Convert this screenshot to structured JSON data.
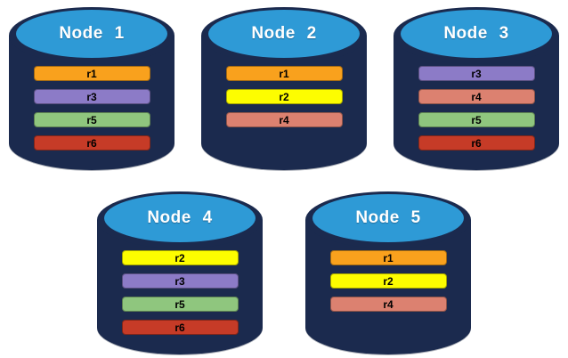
{
  "diagram": {
    "kind": "database-replica-distribution"
  },
  "colors": {
    "cylinder_body": "#1b2a4e",
    "cylinder_top": "#2e9ad6",
    "bar_text": "#000000",
    "node_label_text": "#ffffff",
    "replica_colors": {
      "r1": "#f9a11d",
      "r2": "#fdfd00",
      "r3": "#8c7bc7",
      "r4": "#dc8170",
      "r5": "#8fc67e",
      "r6": "#c63b27"
    }
  },
  "nodes": [
    {
      "label": "Node 1",
      "replicas": [
        "r1",
        "r3",
        "r5",
        "r6"
      ]
    },
    {
      "label": "Node 2",
      "replicas": [
        "r1",
        "r2",
        "r4"
      ]
    },
    {
      "label": "Node 3",
      "replicas": [
        "r3",
        "r4",
        "r5",
        "r6"
      ]
    },
    {
      "label": "Node 4",
      "replicas": [
        "r2",
        "r3",
        "r5",
        "r6"
      ]
    },
    {
      "label": "Node 5",
      "replicas": [
        "r1",
        "r2",
        "r4"
      ]
    }
  ]
}
